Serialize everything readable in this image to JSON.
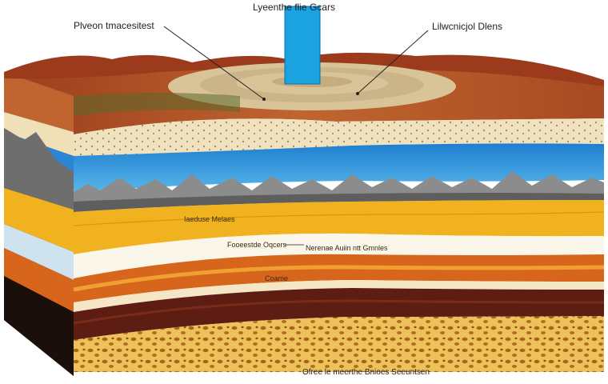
{
  "title": "Lyeenthe flie Gcars",
  "labels": {
    "left_top": "Plveon tmacesitest",
    "right_top": "Lilwcnicjol Dlens",
    "layer_yellow": "Iaeduse Melaes",
    "layer_white_left": "Fooeestde Oqcers",
    "layer_white_right": "Nerenae Auiin ntt Gmnles",
    "layer_orange": "Coame",
    "footer": "Ofree le meerthe Bnioes Seeuntsen"
  },
  "colors": {
    "water": "#2d8fd8",
    "well_pipe": "#1aa3e0",
    "topsoil": "#b3562a",
    "sand": "#f0e2bf",
    "yellow_layer": "#f0b21f",
    "orange_layer": "#d8651c",
    "brown_layer": "#5e1d12",
    "porous_rock": "#e8b94a",
    "rock": "#8c8c8c"
  }
}
